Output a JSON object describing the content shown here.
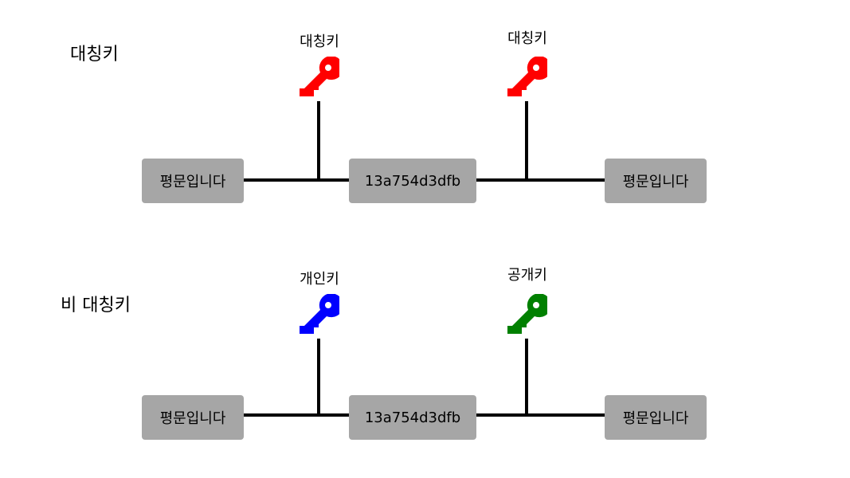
{
  "sections": [
    {
      "title": "대칭키",
      "boxes": [
        "평문입니다",
        "13a754d3dfb",
        "평문입니다"
      ],
      "keys": [
        {
          "label": "대칭키",
          "color": "#ff0000",
          "icon": "key-icon"
        },
        {
          "label": "대칭키",
          "color": "#ff0000",
          "icon": "key-icon"
        }
      ]
    },
    {
      "title": "비 대칭키",
      "boxes": [
        "평문입니다",
        "13a754d3dfb",
        "평문입니다"
      ],
      "keys": [
        {
          "label": "개인키",
          "color": "#0000ff",
          "icon": "key-icon"
        },
        {
          "label": "공개키",
          "color": "#008000",
          "icon": "key-icon"
        }
      ]
    }
  ]
}
